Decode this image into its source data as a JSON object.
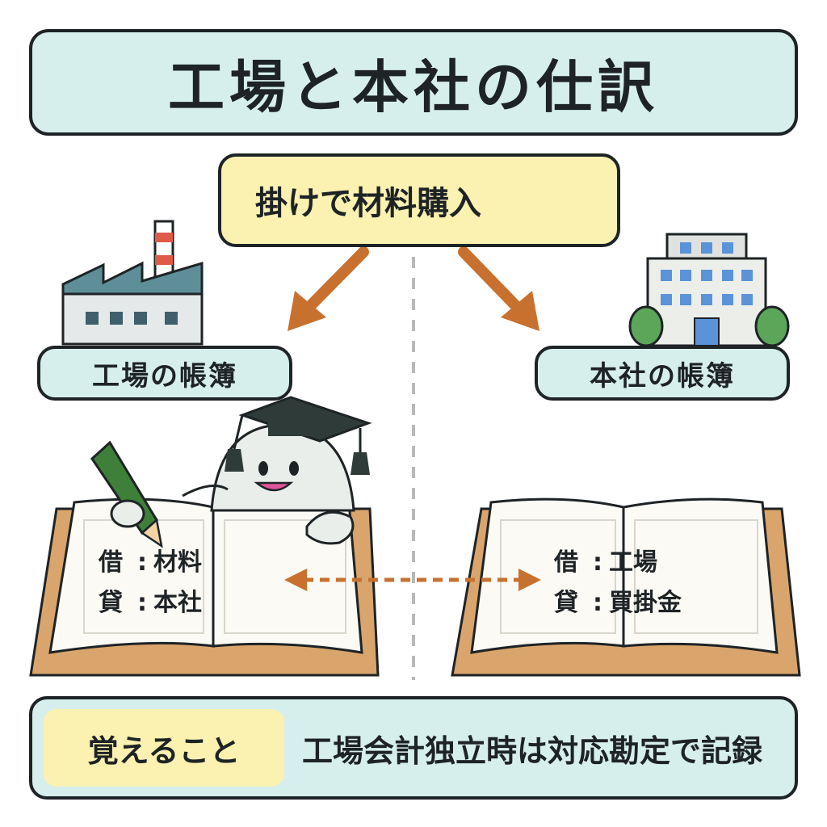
{
  "title": "工場と本社の仕訳",
  "transaction": "掛けで材料購入",
  "factory_ledger": {
    "title": "工場の帳簿",
    "debit_key": "借",
    "debit_account": "材料",
    "credit_key": "貸",
    "credit_account": "本社"
  },
  "hq_ledger": {
    "title": "本社の帳簿",
    "debit_key": "借",
    "debit_account": "工場",
    "credit_key": "貸",
    "credit_account": "買掛金"
  },
  "separator": ":",
  "memo": {
    "label": "覚えること",
    "text": "工場会計独立時は対応勘定で記録"
  },
  "icons": [
    "factory-icon",
    "office-building-icon",
    "materials-icon",
    "graduate-mascot",
    "pencil-icon",
    "open-book-icon"
  ],
  "colors": {
    "mint": "#d6efec",
    "yellow": "#fbf1b0",
    "arrow": "#c8712f",
    "outline": "#1e2326"
  }
}
